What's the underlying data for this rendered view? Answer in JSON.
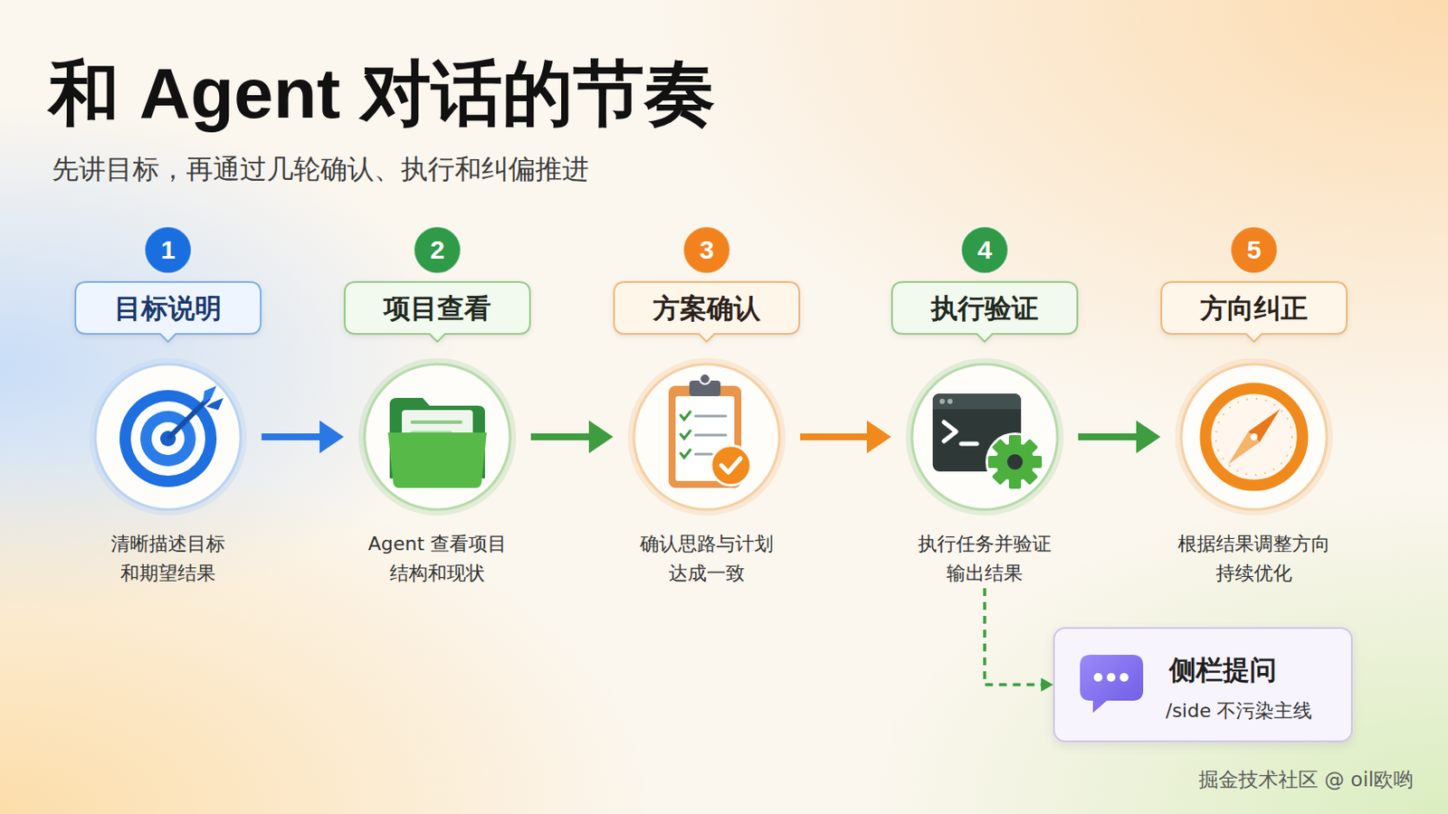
{
  "diagram": {
    "title": "和 Agent 对话的节奏",
    "caption": "先讲目标，再通过几轮确认、执行和纠偏推进",
    "nodes": [
      {
        "text": [
          "1"
        ]
      },
      {
        "text": [
          "目标说明"
        ]
      },
      {
        "text": [
          "清晰描述目标 和期望结果"
        ]
      },
      {
        "text": [
          "2"
        ]
      },
      {
        "text": [
          "项目查看"
        ]
      },
      {
        "text": [
          "Agent 查看项目 结构和现状"
        ]
      },
      {
        "text": [
          "3"
        ]
      },
      {
        "text": [
          "方案确认"
        ]
      },
      {
        "text": [
          "确认思路与计划 达成一致"
        ]
      },
      {
        "text": [
          "4"
        ]
      },
      {
        "text": [
          "执行验证"
        ]
      },
      {
        "text": [
          "执行任务并验证 输出结果"
        ]
      },
      {
        "text": [
          "5"
        ]
      },
      {
        "text": [
          "方向纠正"
        ]
      },
      {
        "text": [
          "根据结果调整方向 持续优化"
        ]
      },
      {
        "text": [
          "侧栏提问",
          "/side 不污染主线"
        ]
      }
    ],
    "edges": [
      {
        "from": 2,
        "to": 5,
        "arrow": "to"
      },
      {
        "from": 5,
        "to": 8,
        "arrow": "to"
      },
      {
        "from": 8,
        "to": 11,
        "arrow": "to"
      },
      {
        "from": 11,
        "to": 14,
        "arrow": "to"
      },
      {
        "from": 11,
        "to": 15,
        "arrow": "to"
      }
    ],
    "labels": [
      "掘金技术社区 @ oil欧哟"
    ]
  }
}
